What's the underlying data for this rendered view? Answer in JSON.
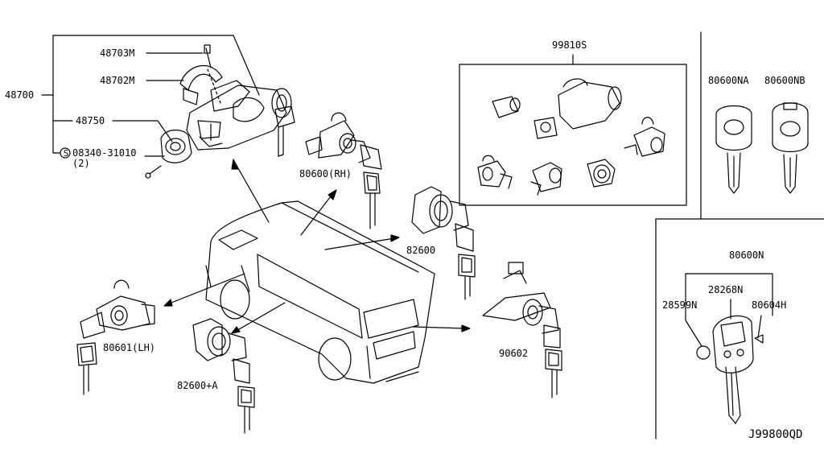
{
  "labels": {
    "p48700": "48700",
    "p48703m": "48703M",
    "p48702m": "48702M",
    "p48750": "48750",
    "p08340": "08340-31010",
    "p08340_qty": "(2)",
    "p80600rh": "80600(RH)",
    "p99810s": "99810S",
    "p80600na": "80600NA",
    "p80600nb": "80600NB",
    "p82600": "82600",
    "p80600n": "80600N",
    "p28268n": "28268N",
    "p28599n": "28599N",
    "p80604h": "80604H",
    "p80601lh": "80601(LH)",
    "p82600a": "82600+A",
    "p90602": "90602",
    "diagram_code": "J99800QD"
  },
  "icons": {
    "bolt_symbol": "S"
  }
}
